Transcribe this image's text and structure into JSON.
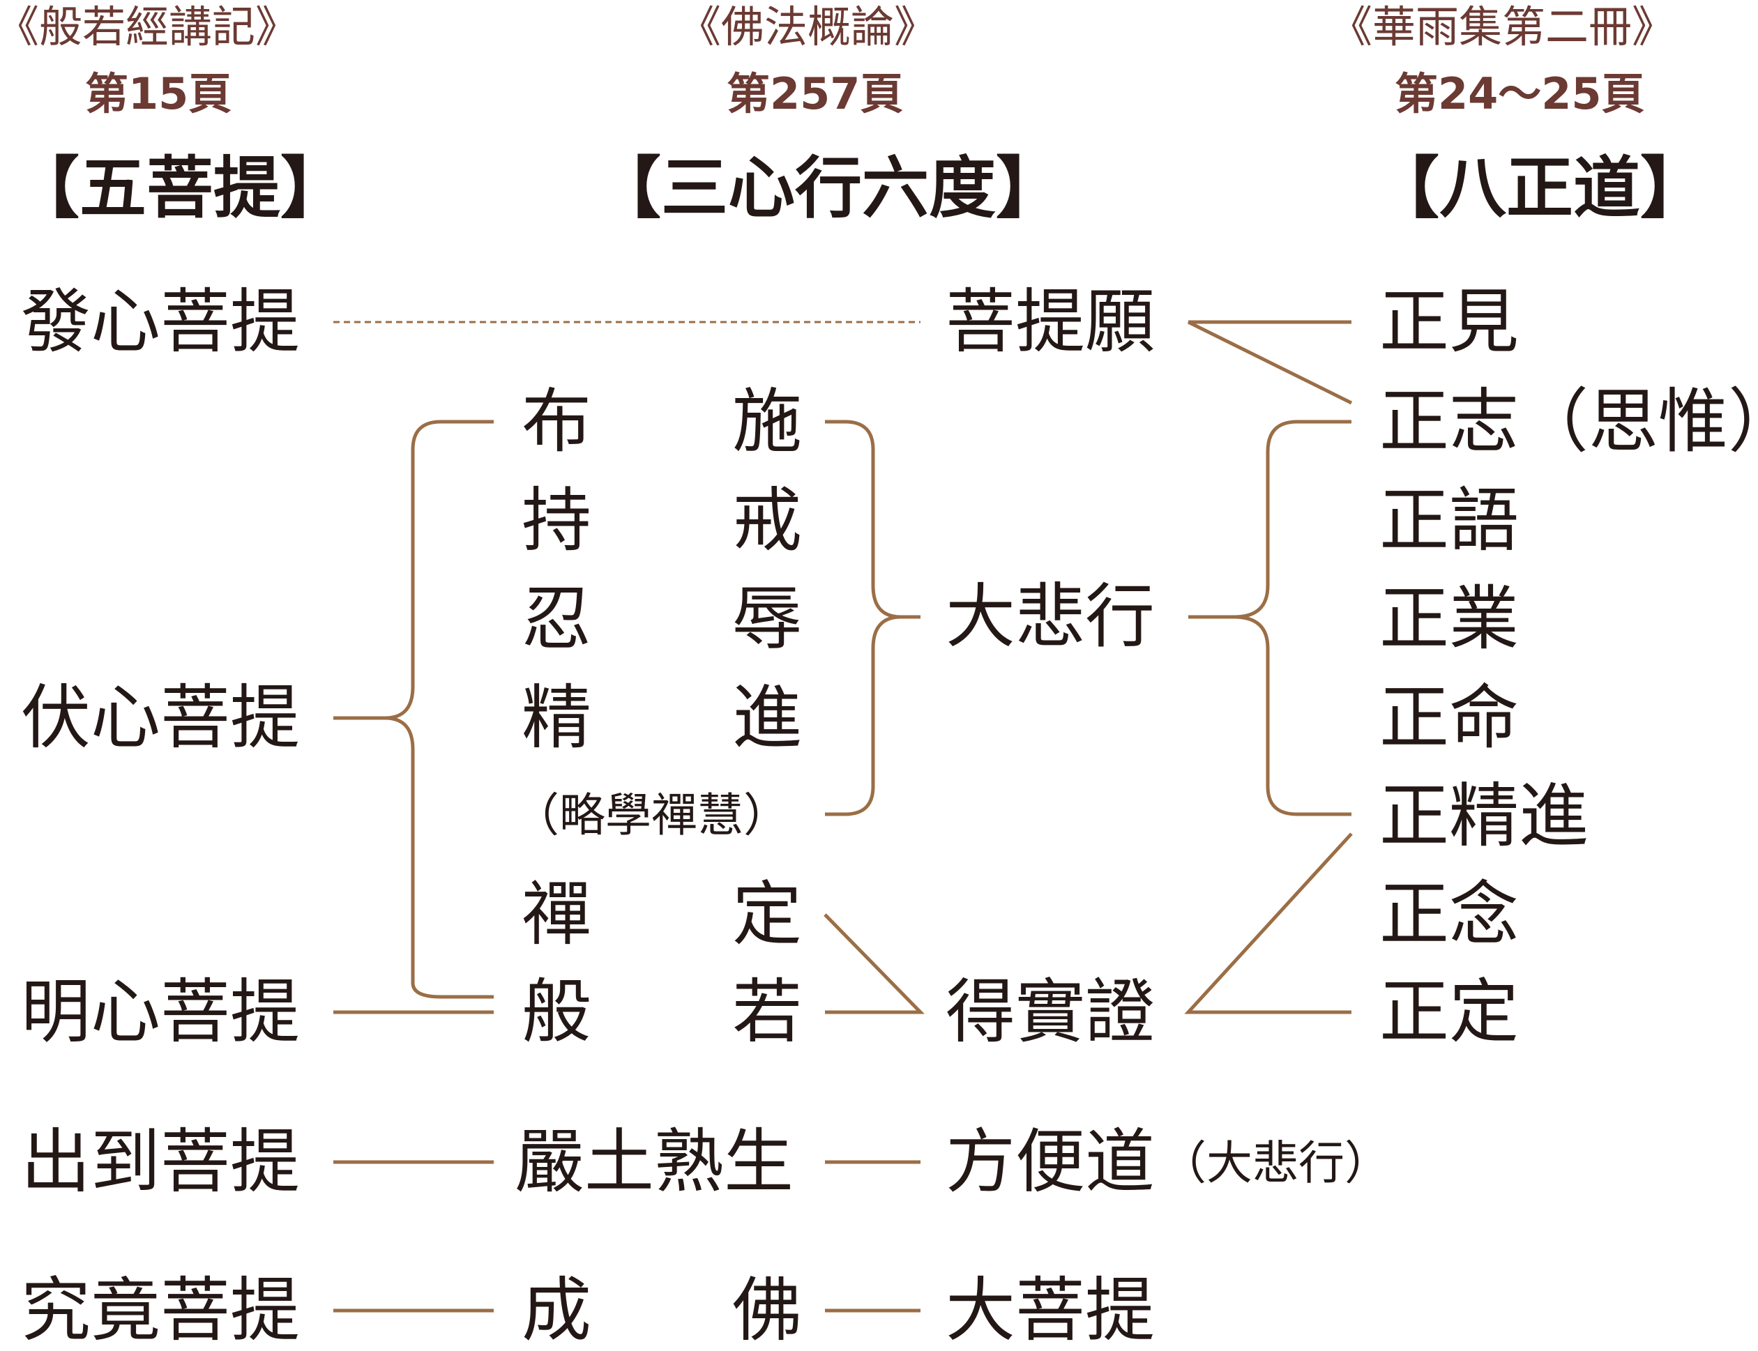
{
  "sources": [
    {
      "title": "《般若經講記》",
      "page": "第15頁"
    },
    {
      "title": "《佛法概論》",
      "page": "第257頁"
    },
    {
      "title": "《華雨集第二冊》",
      "page": "第24～25頁"
    }
  ],
  "headers": [
    "【五菩提】",
    "【三心行六度】",
    "【八正道】"
  ],
  "five_bodhi": [
    "發心菩提",
    "伏心菩提",
    "明心菩提",
    "出到菩提",
    "究竟菩提"
  ],
  "six_perfections": [
    {
      "a": "布",
      "b": "施"
    },
    {
      "a": "持",
      "b": "戒"
    },
    {
      "a": "忍",
      "b": "辱"
    },
    {
      "a": "精",
      "b": "進"
    },
    {
      "a": "禪",
      "b": "定"
    },
    {
      "a": "般",
      "b": "若"
    }
  ],
  "six_note": "（略學禪慧）",
  "bottom_middle": {
    "adorn": "嚴土熟生",
    "cheng": "成",
    "fo": "佛"
  },
  "three_minds": {
    "wish": "菩提願",
    "compassion": "大悲行",
    "realization": "得實證",
    "skillful": "方便道",
    "skillful_note": "（大悲行）",
    "great_bodhi": "大菩提"
  },
  "eightfold": [
    "正見",
    "正志（思惟）",
    "正語",
    "正業",
    "正命",
    "正精進",
    "正念",
    "正定"
  ],
  "colors": {
    "line": "#9b6e46",
    "source_text": "#6b3a33",
    "text": "#231815"
  }
}
